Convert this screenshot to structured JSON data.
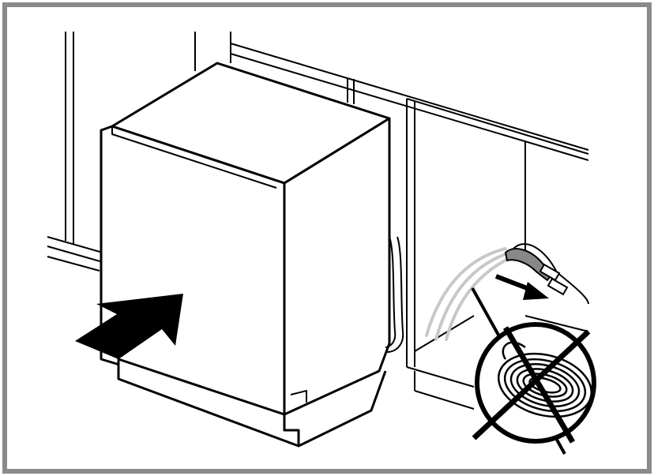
{
  "illustration": {
    "subject": "dishwasher-installation-step",
    "elements": [
      "kitchen-cabinets",
      "dishwasher-body",
      "push-direction-arrow",
      "hose-connection",
      "pull-direction-arrow",
      "coiled-hose-prohibited-symbol"
    ]
  },
  "colors": {
    "frame_border": "#8a8a8a",
    "line": "#000000",
    "fill": "#ffffff",
    "hose_faded": "#c8c8c8",
    "hose_dark": "#555555"
  }
}
